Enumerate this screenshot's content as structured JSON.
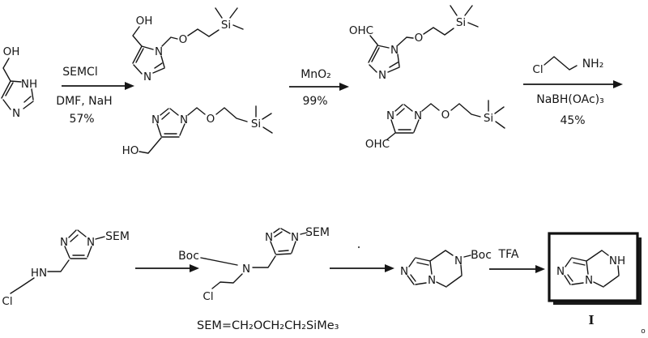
{
  "figure": {
    "footnote": "SEM=CH₂OCH₂CH₂SiMe₃",
    "product_label": "I",
    "corner_mark": "o"
  },
  "labels": {
    "oh": "OH",
    "ho": "HO",
    "ohc": "OHC",
    "n": "N",
    "nh": "NH",
    "hn": "HN",
    "o": "O",
    "si": "Si",
    "cl": "Cl",
    "nh2": "NH₂",
    "sem": "SEM",
    "boc": "Boc"
  },
  "steps": {
    "step1": {
      "reagent": "SEMCl",
      "conditions": "DMF, NaH",
      "yield": "57%"
    },
    "step2": {
      "reagent": "MnO₂",
      "yield": "99%"
    },
    "step3": {
      "conditions": "NaBH(OAc)₃",
      "yield": "45%"
    },
    "step6": {
      "reagent": "TFA"
    }
  }
}
